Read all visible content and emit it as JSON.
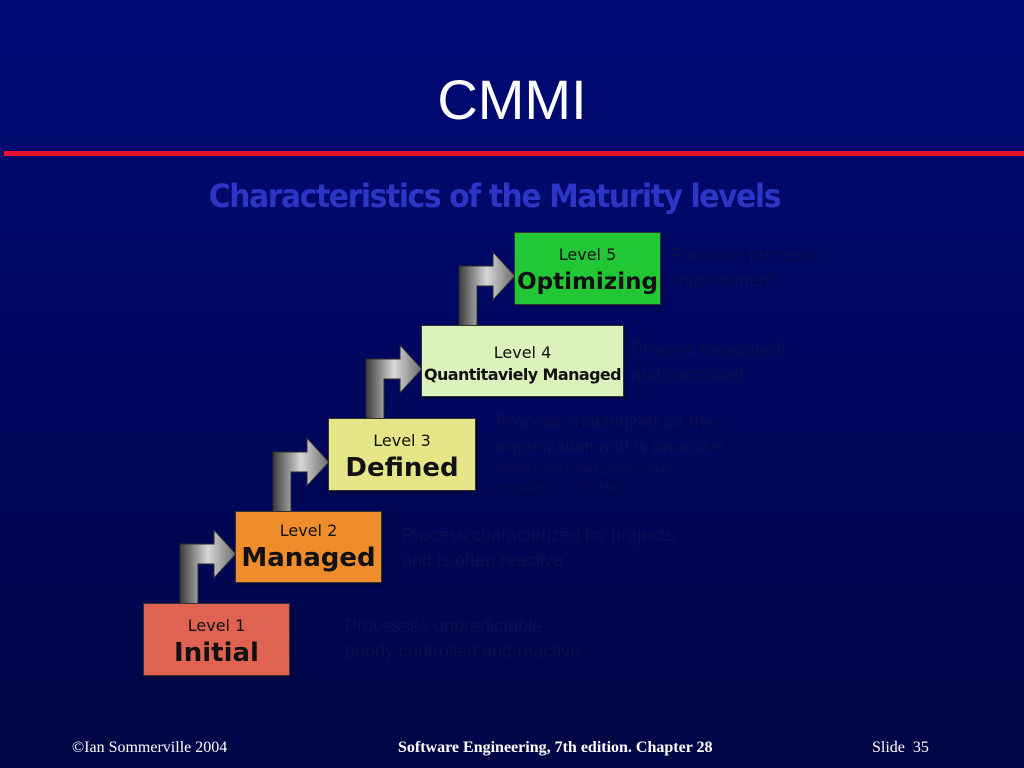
{
  "slide": {
    "title": "CMMI",
    "subtitle": "Characteristics of the Maturity levels"
  },
  "levels": [
    {
      "number": "Level 1",
      "name": "Initial",
      "color": "#e06352",
      "description": [
        "Processes unpredictable,",
        "poorly controlled and reactive"
      ]
    },
    {
      "number": "Level 2",
      "name": "Managed",
      "color": "#ef8c2c",
      "description": [
        "Process characterized for projects",
        "and is often reactive"
      ]
    },
    {
      "number": "Level 3",
      "name": "Defined",
      "color": "#e6e688",
      "description": [
        "Process chacterized for the",
        "organization and is proactive"
      ],
      "note": [
        "(Projects tailor their process from",
        "organization's standard)"
      ]
    },
    {
      "number": "Level 4",
      "name": "Quantitaviely Managed",
      "color": "#dbf2bc",
      "description": [
        "Process measured",
        "and controlled"
      ]
    },
    {
      "number": "Level 5",
      "name": "Optimizing",
      "color": "#22c737",
      "description": [
        "Focus on process",
        "improvement"
      ]
    }
  ],
  "colors": {
    "background": "#000a75",
    "title_rule": "#e8102a",
    "subtitle": "#2b35c6",
    "description_text": "#0a0f50"
  },
  "icons": [
    "step-arrow-icon"
  ],
  "footer": {
    "left": "©Ian Sommerville 2004",
    "center": "Software Engineering, 7th edition. Chapter 28",
    "right": "Slide  35"
  }
}
